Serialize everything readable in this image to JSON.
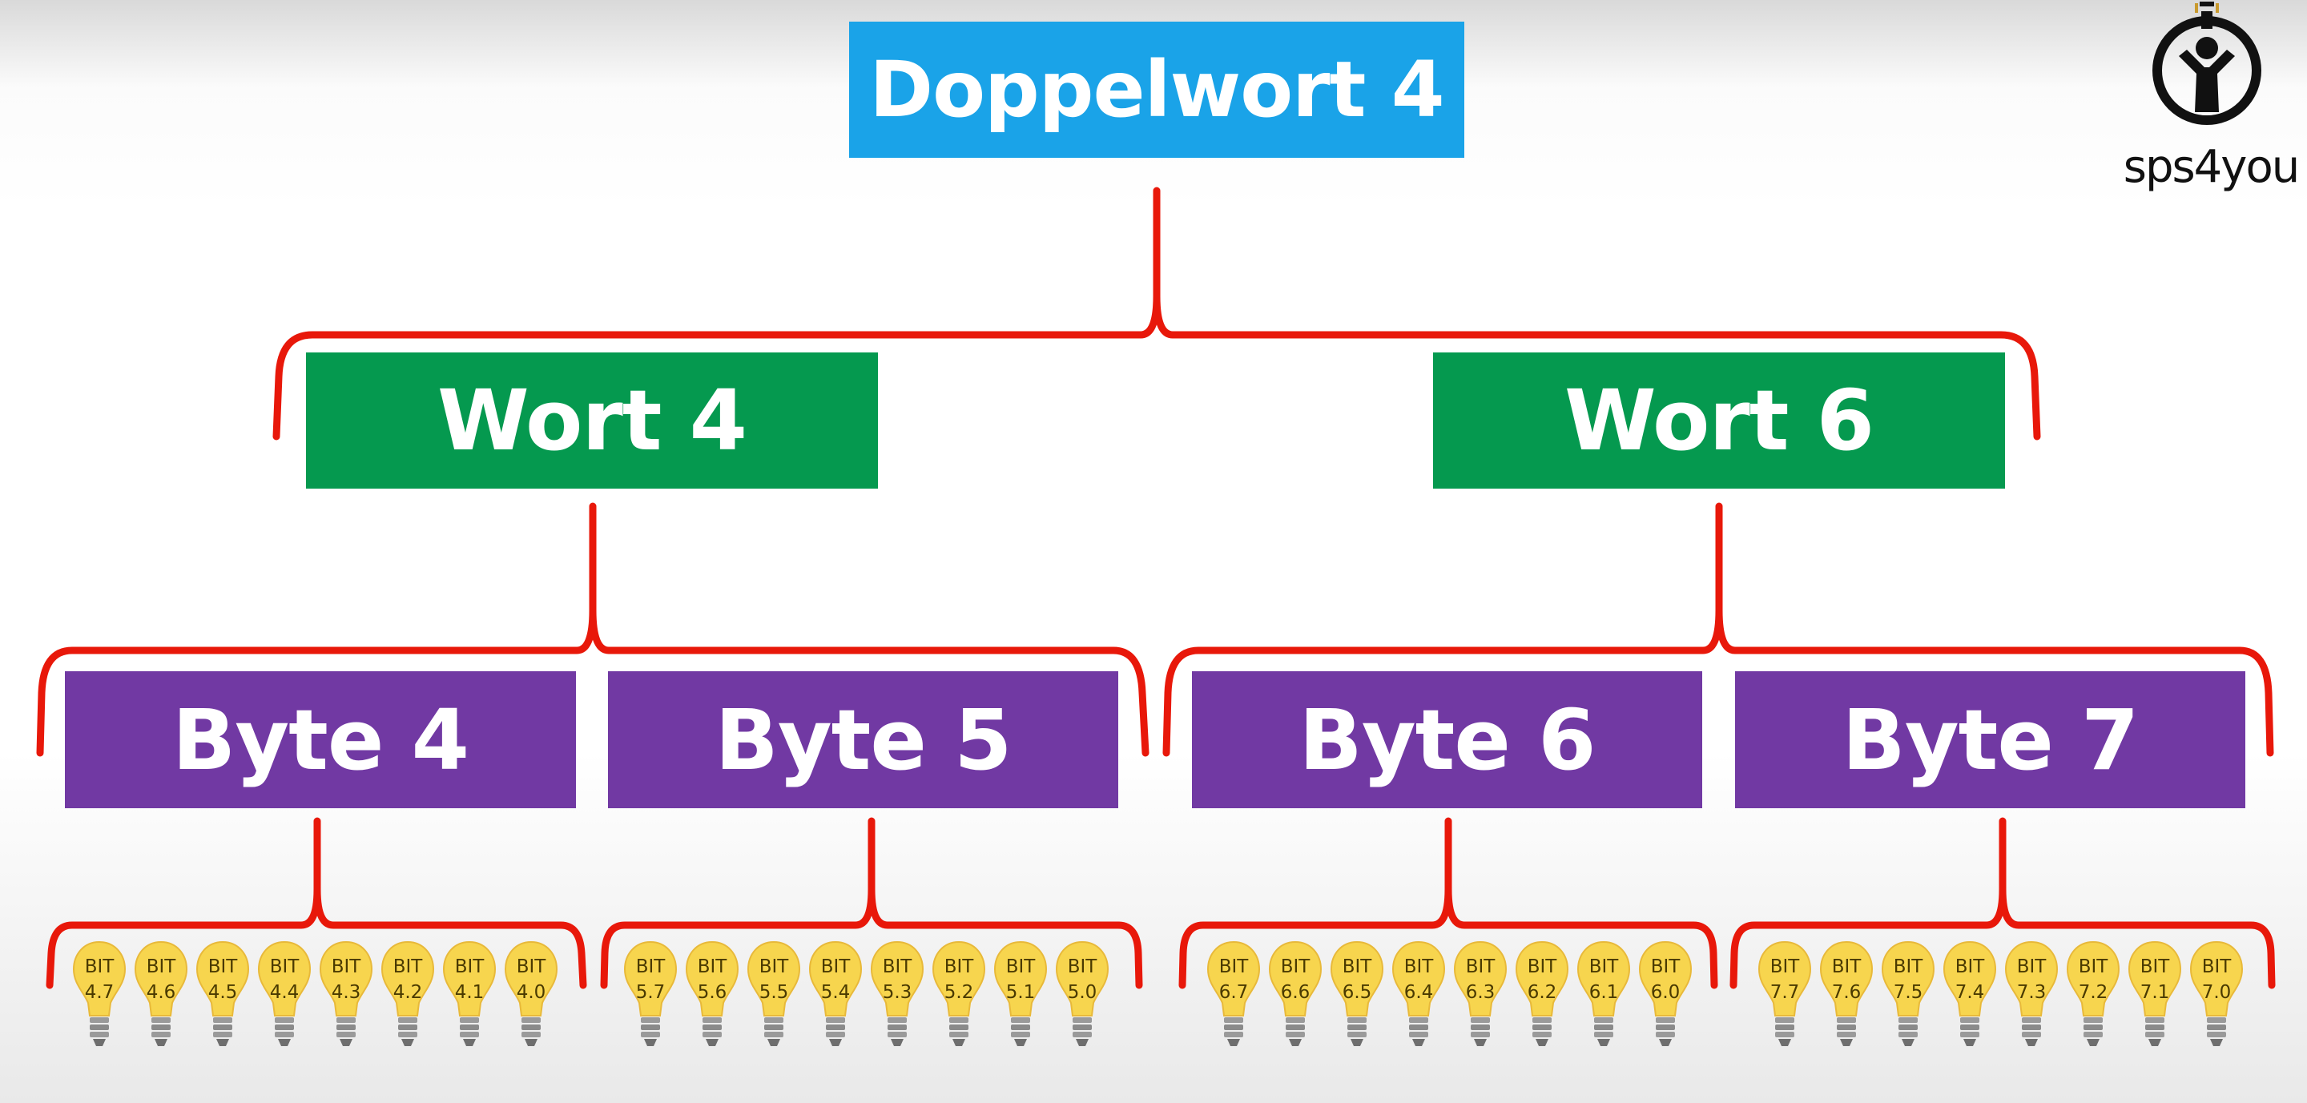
{
  "doubleword": {
    "label": "Doppelwort 4"
  },
  "words": [
    {
      "label": "Wort 4"
    },
    {
      "label": "Wort 6"
    }
  ],
  "bytes": [
    {
      "label": "Byte 4"
    },
    {
      "label": "Byte 5"
    },
    {
      "label": "Byte 6"
    },
    {
      "label": "Byte 7"
    }
  ],
  "bit_prefix": "BIT",
  "bit_groups": [
    [
      "4.7",
      "4.6",
      "4.5",
      "4.4",
      "4.3",
      "4.2",
      "4.1",
      "4.0"
    ],
    [
      "5.7",
      "5.6",
      "5.5",
      "5.4",
      "5.3",
      "5.2",
      "5.1",
      "5.0"
    ],
    [
      "6.7",
      "6.6",
      "6.5",
      "6.4",
      "6.3",
      "6.2",
      "6.1",
      "6.0"
    ],
    [
      "7.7",
      "7.6",
      "7.5",
      "7.4",
      "7.3",
      "7.2",
      "7.1",
      "7.0"
    ]
  ],
  "logo": {
    "text": "sps4you"
  },
  "colors": {
    "doubleword": "#1aa3e8",
    "word": "#05994f",
    "byte": "#7139a3",
    "bracket": "#e8180a",
    "bulb": "#f7d54e"
  }
}
